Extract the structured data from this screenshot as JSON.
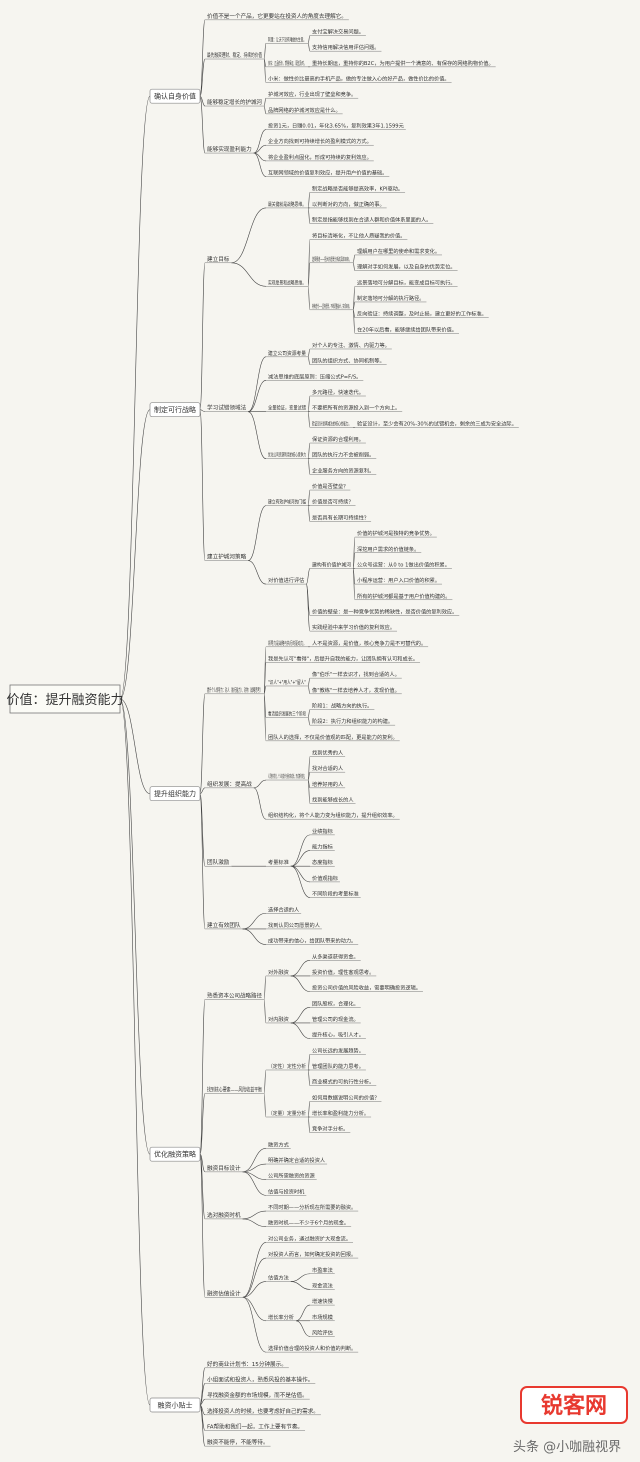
{
  "root": {
    "title": "价值：提升融资能力"
  },
  "branches": [
    {
      "title": "确认自身价值",
      "children": [
        {
          "text": "价值不是一个产品，它更要站在投资人的角度去理解它。",
          "children": []
        },
        {
          "text": "最先融资理财、稳定、持续的价值",
          "children": [
            {
              "text": "阿里：让天下没有难做的生意。",
              "children": [
                {
                  "text": "支付宝解决交易问题。",
                  "children": []
                },
                {
                  "text": "支持信用解决信用评估问题。",
                  "children": []
                }
              ]
            },
            {
              "text": "京东：正品低价，质量保证，配送及时。",
              "children": [
                {
                  "text": "重持长期运，重持你的B2C，为用户提供一个满意的、有保存的网络购物价值。",
                  "children": []
                }
              ]
            },
            {
              "text": "小米：做性价比最高的手机产品，做的专注做入心的好产品，做性价比的价值。",
              "children": []
            }
          ]
        },
        {
          "text": "能够稳定增长的护城河",
          "children": [
            {
              "text": "护城河效应，行业出现了壁垒和竞争。",
              "children": []
            },
            {
              "text": "品牌网络的护城河效应是什么。",
              "children": []
            }
          ]
        },
        {
          "text": "能够实现盈利能力",
          "children": [
            {
              "text": "投资1元，日赚0.01，年化3.65%，复利效果3年1.1599元",
              "children": []
            },
            {
              "text": "企业方向找到可持续增长的盈利模式的方式。",
              "children": []
            },
            {
              "text": "将企业盈利点固化，形成可持续的复利效应。",
              "children": []
            },
            {
              "text": "互联网领域的价值复利效应，提升用户价值的基础。",
              "children": []
            }
          ]
        }
      ]
    },
    {
      "title": "制定可行战略",
      "children": [
        {
          "text": "建立目标",
          "children": [
            {
              "text": "最关键就是战略思维。",
              "children": [
                {
                  "text": "制定战略是否能够提高效率，KPI驱动。",
                  "children": []
                },
                {
                  "text": "以判断对的方向，做正确的事。",
                  "children": []
                },
                {
                  "text": "制定是指能够找到在合适人群和价值体系里面的人。",
                  "children": []
                }
              ]
            },
            {
              "text": "实现愿景和战略思维。",
              "children": [
                {
                  "text": "将目标清晰化，不让他人质疑我的价值。",
                  "children": []
                },
                {
                  "text": "选择赛道——把大的愿景分拆成具体目标。",
                  "children": [
                    {
                      "text": "理解用户在哪里的使命和需求变化。",
                      "children": []
                    },
                    {
                      "text": "理解对手如何发展，以及自身的优势定位。",
                      "children": []
                    }
                  ]
                },
                {
                  "text": "持续迭代——坚持愿景，不断调整战术，实现目标。",
                  "children": [
                    {
                      "text": "远景落地可分解目标，能变成目标可执行。",
                      "children": []
                    },
                    {
                      "text": "制定落地可分解的执行路径。",
                      "children": []
                    },
                    {
                      "text": "反向验证：持续调整，及时止损，建立更好的工作标准。",
                      "children": []
                    },
                    {
                      "text": "在20年以后看，能够继续给团队带来价值。",
                      "children": []
                    }
                  ]
                }
              ]
            }
          ]
        },
        {
          "text": "学习试错领域法",
          "children": [
            {
              "text": "建立公司资源考量",
              "children": [
                {
                  "text": "对个人的专注、激情、内驱力等。",
                  "children": []
                },
                {
                  "text": "团队的组织方式、协同机制等。",
                  "children": []
                }
              ]
            },
            {
              "text": "减法思维的底层原则：压缩公式P=F/S。",
              "children": []
            },
            {
              "text": "全量验证，变量试错",
              "children": [
                {
                  "text": "多元路径，快速迭代。",
                  "children": []
                },
                {
                  "text": "不要把所有的资源投入到一个方向上。",
                  "children": []
                },
                {
                  "text": "验证设计是再减法的核心的能力。",
                  "children": [
                    {
                      "text": "验证设计，至少会有20%-30%的试错机会，剩余的三成为安全边际。",
                      "children": []
                    }
                  ]
                }
              ]
            },
            {
              "text": "优化公司资源利用的核心竞争力",
              "children": [
                {
                  "text": "保证资源的合理利用。",
                  "children": []
                },
                {
                  "text": "团队的执行力不会被削弱。",
                  "children": []
                },
                {
                  "text": "企业服务方向的资源复利。",
                  "children": []
                }
              ]
            }
          ]
        },
        {
          "text": "建立护城河策略",
          "children": [
            {
              "text": "建立有效护城河的门槛",
              "children": [
                {
                  "text": "价值是否壁垒？",
                  "children": []
                },
                {
                  "text": "价值是否可持续？",
                  "children": []
                },
                {
                  "text": "是否具有长期可持续性？",
                  "children": []
                }
              ]
            },
            {
              "text": "对价值进行评估",
              "children": [
                {
                  "text": "建构有价值护城河",
                  "children": [
                    {
                      "text": "价值的护城河是独特的竞争优势。",
                      "children": []
                    },
                    {
                      "text": "深挖用户需求的价值链条。",
                      "children": []
                    },
                    {
                      "text": "公众号运营：从0 to 1做出价值的积累。",
                      "children": []
                    },
                    {
                      "text": "小程序运营：用户入口价值的积累。",
                      "children": []
                    },
                    {
                      "text": "所有的护城河都是基于用户价值构建的。",
                      "children": []
                    }
                  ]
                },
                {
                  "text": "价值的壁垒：是一种竞争优势的稀缺性，是否价值的复利效应。",
                  "children": []
                },
                {
                  "text": "实践经验中来学习价值的复利效应。",
                  "children": []
                }
              ]
            }
          ]
        }
      ]
    },
    {
      "title": "提升组织能力",
      "children": [
        {
          "text": "提升个人领导力：对人（执行能力）、对物（战略思考）",
          "children": [
            {
              "text": "领导力是战略与执行的驱动力。",
              "children": [
                {
                  "text": "人不是资源，是价值，核心竞争力是不可替代的。",
                  "children": []
                }
              ]
            },
            {
              "text": "我是先认可\"看得\"，后提升自我的能力，让团队拥有认可和成长。",
              "children": []
            },
            {
              "text": "\"识人\"+\"用人\"+\"留人\"",
              "children": [
                {
                  "text": "像\"伯乐\"一样去识才，找到合适的人。",
                  "children": []
                },
                {
                  "text": "像\"教练\"一样去培养人才，发现价值。",
                  "children": []
                }
              ]
            },
            {
              "text": "看清组织发展的三个阶段",
              "children": [
                {
                  "text": "阶段1：战略方向的执行。",
                  "children": []
                },
                {
                  "text": "阶段2：执行力和组织能力的构建。",
                  "children": []
                }
              ]
            },
            {
              "text": "团队人的选择，不仅是价值观的匹配，更是能力的复利。",
              "children": []
            }
          ]
        },
        {
          "text": "组织发展：提高战",
          "children": [
            {
              "text": "人员结构优化，个人的成长与组织的成长，形成复利效应。",
              "children": [
                {
                  "text": "找到优秀的人",
                  "children": []
                },
                {
                  "text": "找对合适的人",
                  "children": []
                },
                {
                  "text": "培养好用的人",
                  "children": []
                },
                {
                  "text": "找到能够成长的人",
                  "children": []
                }
              ]
            },
            {
              "text": "组织结构化，将个人能力变为组织能力，提升组织效率。",
              "children": []
            }
          ]
        },
        {
          "text": "团队激励",
          "children": [
            {
              "text": "考量标准",
              "children": [
                {
                  "text": "业绩指标",
                  "children": []
                },
                {
                  "text": "能力指标",
                  "children": []
                },
                {
                  "text": "态度指标",
                  "children": []
                },
                {
                  "text": "价值观指标",
                  "children": []
                },
                {
                  "text": "不同阶段的考量标准",
                  "children": []
                }
              ]
            }
          ]
        },
        {
          "text": "建立有效团队",
          "children": [
            {
              "text": "选择合适的人",
              "children": []
            },
            {
              "text": "找到认同公司愿景的人",
              "children": []
            },
            {
              "text": "成功带来的信心，给团队带来的动力。",
              "children": []
            }
          ]
        }
      ]
    },
    {
      "title": "优化融资策略",
      "children": [
        {
          "text": "熟悉资本公司战略路径",
          "children": [
            {
              "text": "对外融资",
              "children": [
                {
                  "text": "从多渠道获得资金。",
                  "children": []
                },
                {
                  "text": "投资价值，理性客观思考。",
                  "children": []
                },
                {
                  "text": "投资公司价值的风险收益，需要明确投资逻辑。",
                  "children": []
                }
              ]
            },
            {
              "text": "对内融资",
              "children": [
                {
                  "text": "团队股权，合理化。",
                  "children": []
                },
                {
                  "text": "管理公司的现金流。",
                  "children": []
                },
                {
                  "text": "提升核心，吸引人才。",
                  "children": []
                }
              ]
            }
          ]
        },
        {
          "text": "找到核心要素——风险收益平衡",
          "children": [
            {
              "text": "（定性）定性分析",
              "children": [
                {
                  "text": "公司长远的发展趋势。",
                  "children": []
                },
                {
                  "text": "管理团队的能力思考。",
                  "children": []
                },
                {
                  "text": "商业模式的可执行性分析。",
                  "children": []
                }
              ]
            },
            {
              "text": "（定量）定量分析",
              "children": [
                {
                  "text": "如何用数据说明公司的价值？",
                  "children": []
                },
                {
                  "text": "增长率和盈利能力分析。",
                  "children": []
                },
                {
                  "text": "竞争对手分析。",
                  "children": []
                }
              ]
            }
          ]
        },
        {
          "text": "融资目标设计",
          "children": [
            {
              "text": "融资方式",
              "children": []
            },
            {
              "text": "明确并确定合适的投资人",
              "children": []
            },
            {
              "text": "公司所需融资的资源",
              "children": []
            },
            {
              "text": "估值与投资时机",
              "children": []
            }
          ]
        },
        {
          "text": "选对融资时机",
          "children": [
            {
              "text": "不同时期——分析现在所需要的融资。",
              "children": []
            },
            {
              "text": "融资时机——不少于6个月的现金。",
              "children": []
            }
          ]
        },
        {
          "text": "融资估值设计",
          "children": [
            {
              "text": "对公司业务，通过融资扩大现金流。",
              "children": []
            },
            {
              "text": "对投资人而言，如何确定投资的回报。",
              "children": []
            },
            {
              "text": "估值方法",
              "children": [
                {
                  "text": "市盈率法",
                  "children": []
                },
                {
                  "text": "现金流法",
                  "children": []
                }
              ]
            },
            {
              "text": "增长率分析",
              "children": [
                {
                  "text": "增速快慢",
                  "children": []
                },
                {
                  "text": "市场规模",
                  "children": []
                },
                {
                  "text": "风险评估",
                  "children": []
                }
              ]
            },
            {
              "text": "选择价值合理的投资人和价值的判断。",
              "children": []
            }
          ]
        }
      ]
    },
    {
      "title": "融资小贴士",
      "children": [
        {
          "text": "好的商业计划书：15分钟展示。",
          "children": []
        },
        {
          "text": "小组面试和投资人，熟悉风投的基本操作。",
          "children": []
        },
        {
          "text": "寻找融资金额的市场规模，而不是估值。",
          "children": []
        },
        {
          "text": "选择投资人的时候，也要考虑好自己的需求。",
          "children": []
        },
        {
          "text": "FA帮助和我们一起，工作上要有节奏。",
          "children": []
        },
        {
          "text": "融资不能停，不能等待。",
          "children": []
        }
      ]
    }
  ],
  "watermark": {
    "logo_text": "锐客网",
    "caption": "头条 @小咖融视界"
  },
  "colors": {
    "line": "#444444",
    "text": "#333333",
    "background": "#f6f5f0",
    "logo_red": "#e8392f"
  }
}
